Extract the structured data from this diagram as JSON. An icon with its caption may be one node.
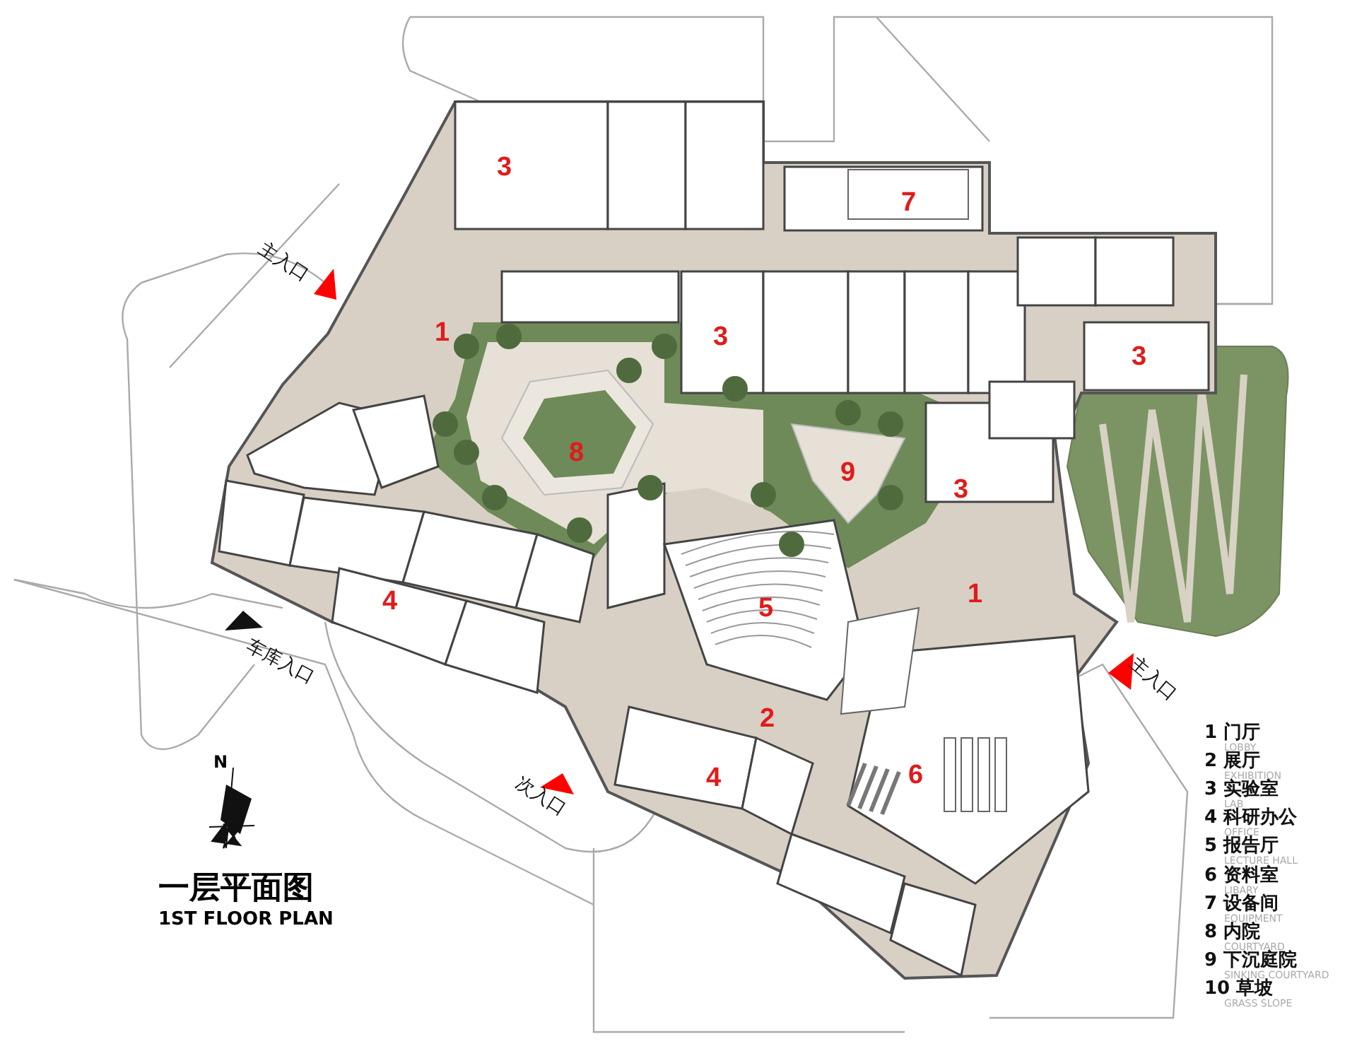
{
  "diagram": {
    "title": "一层平面图",
    "caption": "1ST FLOOR PLAN",
    "labels": [
      "3",
      "7",
      "主入口",
      "1",
      "3",
      "3",
      "8",
      "9",
      "3",
      "1",
      "5",
      "4",
      "主入口",
      "车库入口",
      "2",
      "4",
      "6",
      "次入口",
      "N",
      "1 门厅",
      "LOBBY",
      "2 展厅",
      "EXHIBITION",
      "3 实验室",
      "LAB",
      "4 科研办公",
      "OFFICE",
      "5 报告厅",
      "LECTURE HALL",
      "6 资料室",
      "LIBARY",
      "7 设备间",
      "EQUIPMENT",
      "8 内院",
      "COURTYARD",
      "9 下沉庭院",
      "SINKING COURTYARD",
      "10 草坡",
      "GRASS SLOPE"
    ]
  }
}
